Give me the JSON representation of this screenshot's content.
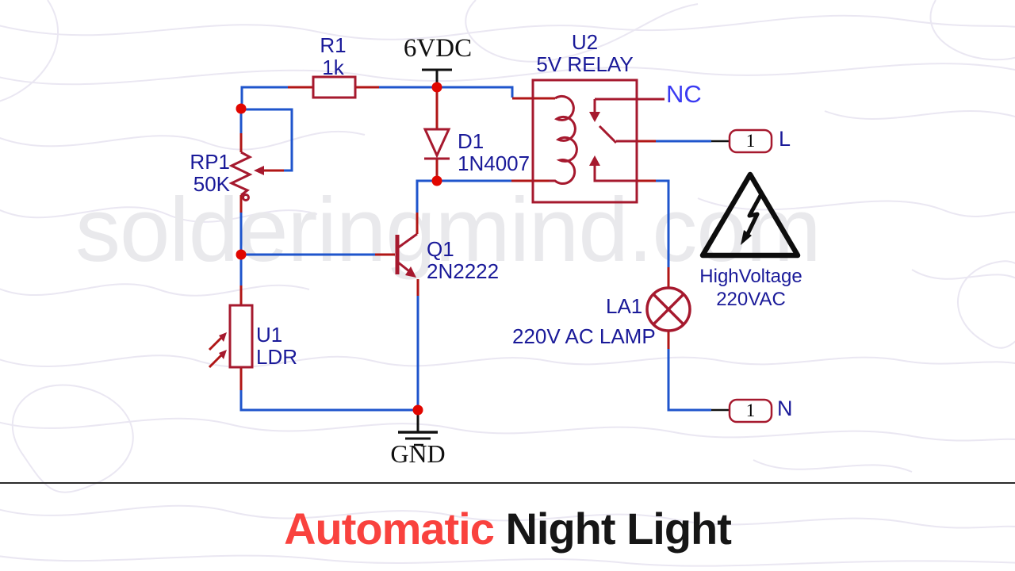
{
  "watermark": "solderingmind.com",
  "title": {
    "highlight": "Automatic",
    "rest": " Night Light"
  },
  "power": {
    "label": "6VDC"
  },
  "ground": {
    "label": "GND"
  },
  "relay": {
    "nc_label": "NC"
  },
  "components": {
    "r1": {
      "ref": "R1",
      "value": "1k"
    },
    "rp1": {
      "ref": "RP1",
      "value": "50K"
    },
    "d1": {
      "ref": "D1",
      "value": "1N4007"
    },
    "u2": {
      "ref": "U2",
      "value": "5V RELAY"
    },
    "q1": {
      "ref": "Q1",
      "value": "2N2222"
    },
    "u1": {
      "ref": "U1",
      "value": "LDR"
    },
    "la1": {
      "ref": "LA1",
      "value": "220V AC LAMP"
    }
  },
  "terminals": {
    "live": {
      "pin": "1",
      "label": "L"
    },
    "neutral": {
      "pin": "1",
      "label": "N"
    }
  },
  "warning": {
    "line1": "HighVoltage",
    "line2": "220VAC"
  },
  "colors": {
    "wire_blue": "#1f55cc",
    "component_red": "#a6192e",
    "pin_red": "#b01616",
    "dot_red": "#e10600",
    "label_navy": "#1a1a99",
    "nc_blue": "#3b3bf2",
    "title_red": "#f9423e",
    "title_black": "#161616",
    "wave": "#eae7f2",
    "watermark": "#e9e9ec"
  }
}
